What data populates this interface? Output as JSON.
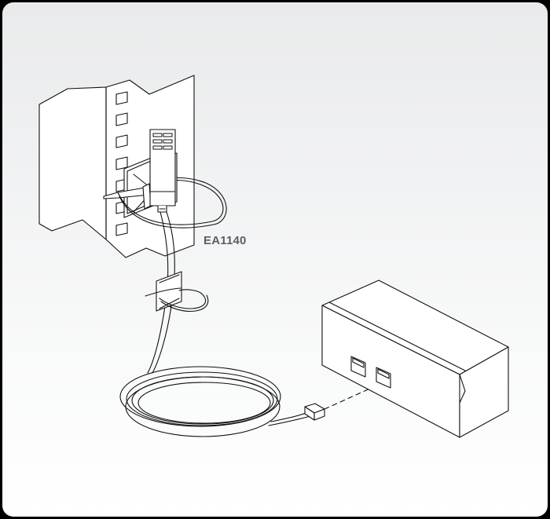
{
  "figure": {
    "description": "Installation diagram: EA1140 unit mounted on a rack rail with cable ties, cable coiled and connected to a network device port",
    "callouts": [
      {
        "id": "device-label",
        "text": "EA1140"
      }
    ],
    "components": [
      "rack-rail",
      "ea1140-unit",
      "cable-tie-mount-upper",
      "cable-tie-mount-lower",
      "coiled-cable",
      "rj45-connector",
      "network-device",
      "network-port-1",
      "network-port-2"
    ],
    "colors": {
      "frame": "#000000",
      "background_top": "#e9eaeb",
      "background_bottom": "#ffffff",
      "line": "#111111",
      "label": "#5c5f62"
    }
  }
}
